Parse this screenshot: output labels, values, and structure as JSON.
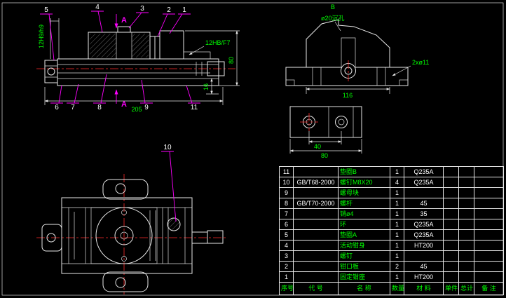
{
  "colors": {
    "background": "#000000",
    "line": "#e8e8e8",
    "dimension_text": "#00ff00",
    "leader": "#ff00ff",
    "centerline": "#ff2a2a"
  },
  "front": {
    "balloon_1": "1",
    "balloon_2": "2",
    "balloon_3": "3",
    "balloon_4": "4",
    "balloon_5": "5",
    "balloon_6": "6",
    "balloon_7": "7",
    "balloon_8": "8",
    "balloon_9": "9",
    "balloon_11": "11",
    "section_a_top": "A",
    "section_a_bottom": "A",
    "fit_left": "12H9/h9",
    "fit_right": "12HB/F7",
    "len": "205",
    "height": "80",
    "step": "16"
  },
  "side": {
    "note_b": "B",
    "note_hole": "ø20沉孔",
    "width": "116",
    "holes": "2xø11"
  },
  "detail": {
    "pitch": "40",
    "width": "80"
  },
  "plan": {
    "balloon_10": "10"
  },
  "bom": {
    "rows": [
      {
        "no": "11",
        "code": "",
        "name": "垫圈B",
        "qty": "1",
        "material": "Q235A"
      },
      {
        "no": "10",
        "code": "GB/T68-2000",
        "name": "螺钉M8X20",
        "qty": "4",
        "material": "Q235A"
      },
      {
        "no": "9",
        "code": "",
        "name": "螺母块",
        "qty": "1",
        "material": ""
      },
      {
        "no": "8",
        "code": "GB/T70-2000",
        "name": "螺杆",
        "qty": "1",
        "material": "45"
      },
      {
        "no": "7",
        "code": "",
        "name": "销ø4",
        "qty": "1",
        "material": "35"
      },
      {
        "no": "6",
        "code": "",
        "name": "环",
        "qty": "1",
        "material": "Q235A"
      },
      {
        "no": "5",
        "code": "",
        "name": "垫圈A",
        "qty": "1",
        "material": "Q235A"
      },
      {
        "no": "4",
        "code": "",
        "name": "活动钳身",
        "qty": "1",
        "material": "HT200"
      },
      {
        "no": "3",
        "code": "",
        "name": "螺钉",
        "qty": "1",
        "material": ""
      },
      {
        "no": "2",
        "code": "",
        "name": "钳口板",
        "qty": "2",
        "material": "45"
      },
      {
        "no": "1",
        "code": "",
        "name": "固定钳座",
        "qty": "1",
        "material": "HT200"
      }
    ],
    "footer": {
      "no": "序号",
      "code": "代 号",
      "name": "名 称",
      "qty": "数量",
      "material": "材 料",
      "unit": "单件",
      "total": "总计",
      "note": "备 注"
    }
  }
}
